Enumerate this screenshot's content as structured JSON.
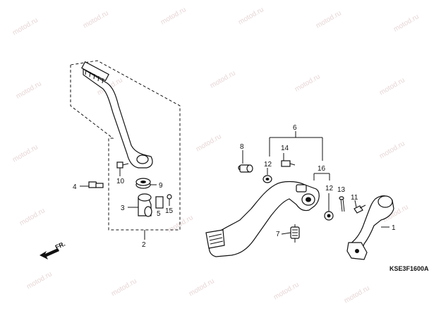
{
  "watermark": "motod.ru",
  "diagram_code": "KSE3F1600A",
  "direction_label": "FR.",
  "callouts": {
    "c1": "1",
    "c2": "2",
    "c3": "3",
    "c4": "4",
    "c5": "5",
    "c6": "6",
    "c7": "7",
    "c8": "8",
    "c9": "9",
    "c10": "10",
    "c11": "11",
    "c12a": "12",
    "c12b": "12",
    "c13": "13",
    "c14": "14",
    "c15": "15",
    "c16": "16"
  },
  "colors": {
    "line": "#111111",
    "watermark": "#e8d6d6",
    "background": "#ffffff"
  }
}
